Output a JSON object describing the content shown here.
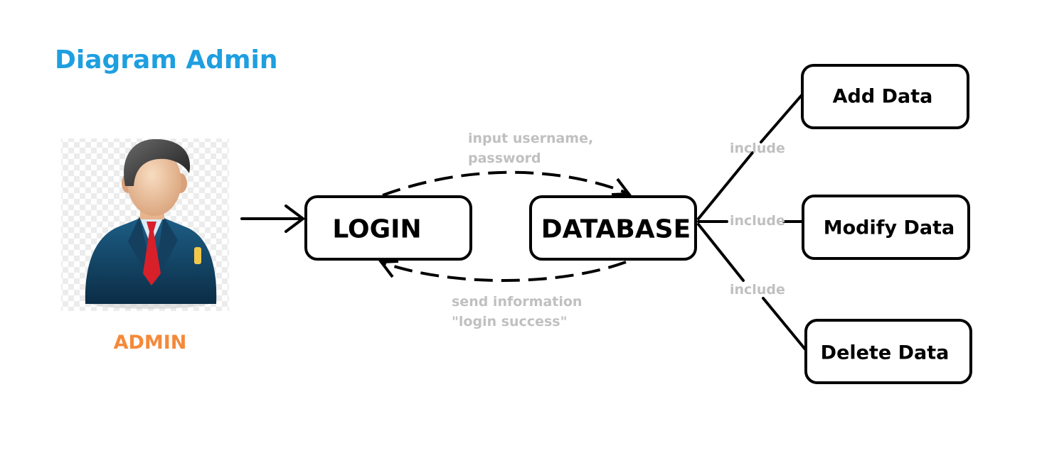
{
  "title": "Diagram Admin",
  "actor": {
    "label": "ADMIN",
    "icon": "admin-businessman-icon"
  },
  "nodes": {
    "login": "LOGIN",
    "database": "DATABASE",
    "add": "Add Data",
    "modify": "Modify Data",
    "delete": "Delete Data"
  },
  "edges": {
    "request_line1": "input username,",
    "request_line2": "password",
    "response_line1": "send information",
    "response_line2": "\"login success\"",
    "include_add": "include",
    "include_modify": "include",
    "include_delete": "include"
  },
  "colors": {
    "title": "#1e9fe0",
    "actor_label": "#f5893a",
    "edge_label": "#c0c0c0",
    "stroke": "#000000"
  }
}
